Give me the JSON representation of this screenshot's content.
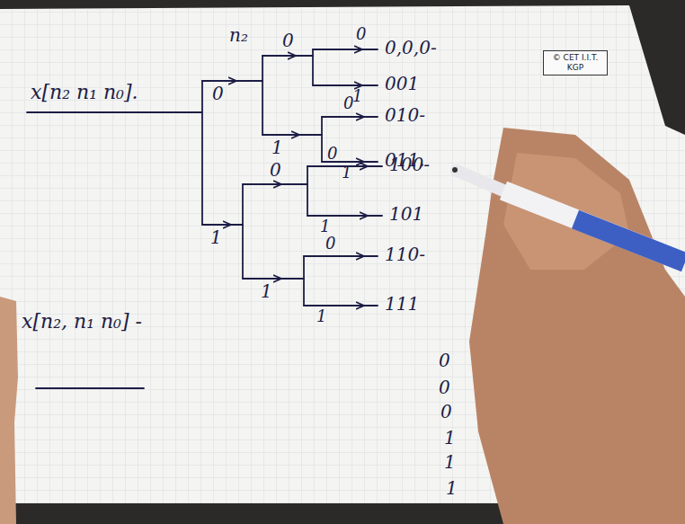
{
  "diagram": {
    "nodes": [
      {
        "text": [
          "© CET I.I.T. KGP"
        ]
      }
    ],
    "labels": [
      "x[n₂ n₁ n₀].",
      "n₂",
      "0",
      "1",
      "0",
      "1",
      "0",
      "1",
      "0",
      "1",
      "0",
      "1",
      "0",
      "1",
      "0",
      "1",
      "0,0,0-",
      "001",
      "010-",
      "011.",
      "100-",
      "101",
      "110-",
      "111",
      "x[n₂, n₁ n₀] -",
      "0",
      "0",
      "0",
      "1",
      "1",
      "1"
    ]
  }
}
